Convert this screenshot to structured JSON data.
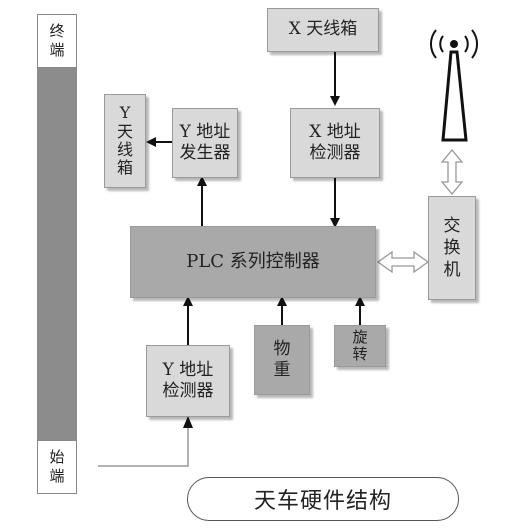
{
  "rail": {
    "top_label": "终\n端",
    "bottom_label": "始\n端",
    "color": "#8c8c8c"
  },
  "blocks": {
    "x_antenna": "X 天线箱",
    "y_antenna": "Y\n天\n线\n箱",
    "y_generator": "Y 地址\n发生器",
    "x_detector": "X 地址\n检测器",
    "plc": "PLC 系列控制器",
    "switch": "交\n换\n机",
    "y_detector": "Y 地址\n检测器",
    "weight": "物\n重",
    "rotate": "旋\n转"
  },
  "caption": "天车硬件结构",
  "colors": {
    "light_box": "#d9d9d9",
    "dark_box": "#a9a9a9",
    "arrow": "#111111"
  },
  "icons": {
    "antenna": "antenna-icon"
  }
}
